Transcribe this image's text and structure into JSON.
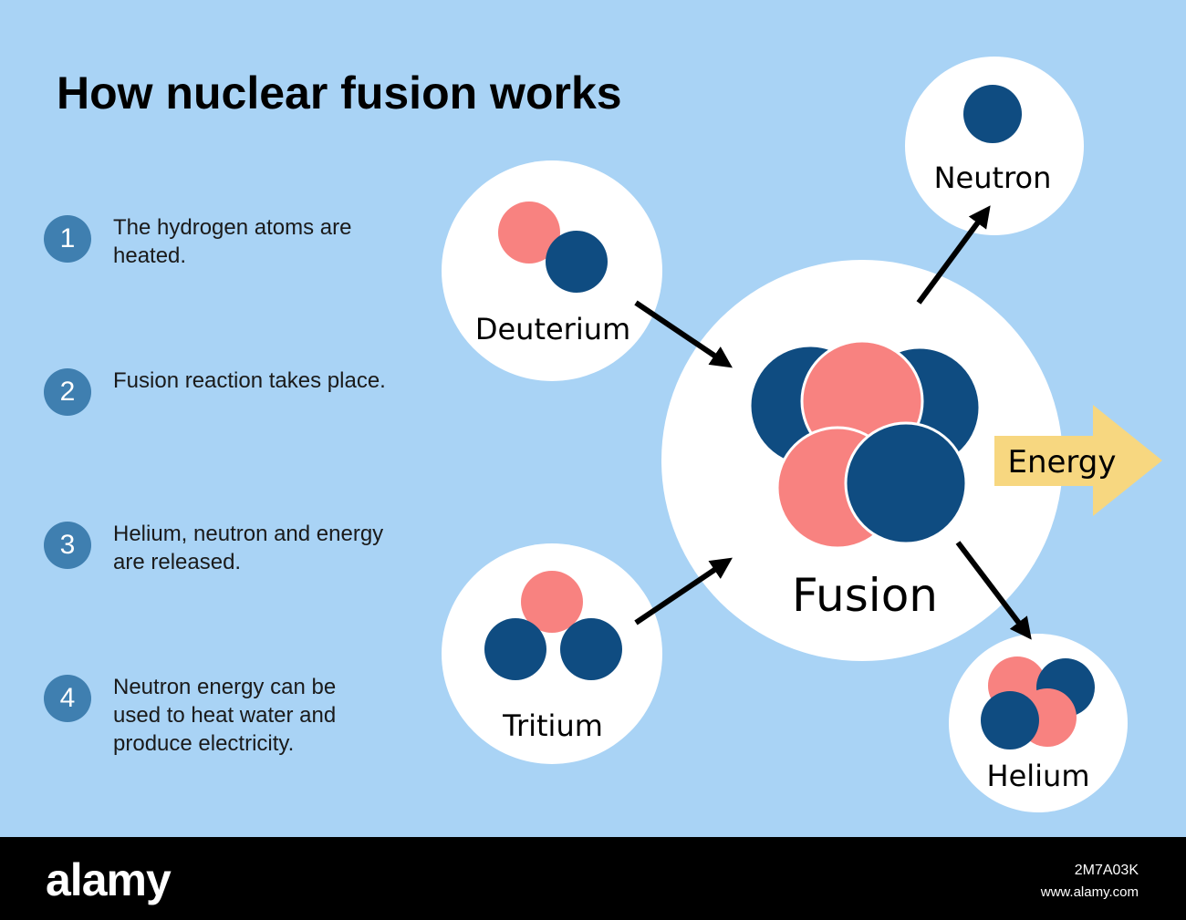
{
  "title": "How nuclear fusion works",
  "steps": [
    {
      "num": "1",
      "text": "The hydrogen atoms are heated."
    },
    {
      "num": "2",
      "text": "Fusion reaction takes place."
    },
    {
      "num": "3",
      "text": "Helium, neutron and energy are released."
    },
    {
      "num": "4",
      "text": "Neutron energy can be used to heat water and produce electricity."
    }
  ],
  "labels": {
    "deuterium": "Deuterium",
    "tritium": "Tritium",
    "fusion": "Fusion",
    "neutron": "Neutron",
    "helium": "Helium",
    "energy": "Energy"
  },
  "footer": {
    "logo": "alamy",
    "image_id": "2M7A03K",
    "url": "www.alamy.com"
  },
  "colors": {
    "background": "#a9d3f5",
    "circle": "#ffffff",
    "neutron": "#0f4c81",
    "proton": "#f88280",
    "step_badge": "#3f7fb0",
    "energy_arrow": "#f7d780",
    "footer": "#000000"
  }
}
